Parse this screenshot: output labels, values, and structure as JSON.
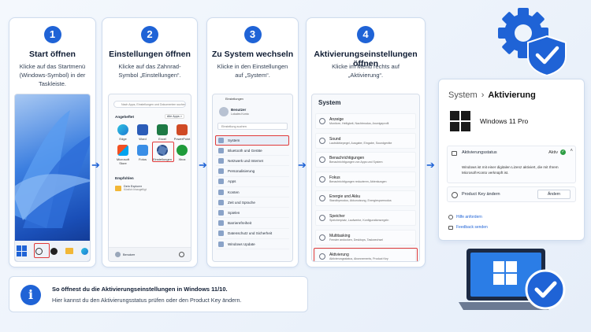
{
  "steps": [
    {
      "num": "1",
      "title": "Start öffnen",
      "desc": "Klicke auf das Startmenü (Windows-Symbol) in der Taskleiste."
    },
    {
      "num": "2",
      "title": "Einstellungen öffnen",
      "desc": "Klicke auf das Zahnrad-Symbol „Einstellungen“."
    },
    {
      "num": "3",
      "title": "Zu System wechseln",
      "desc": "Klicke in den Einstellungen auf „System“."
    },
    {
      "num": "4",
      "title": "Aktivierungseinstellungen öffnen",
      "desc": "Klicke im Menü rechts auf „Aktivierung“."
    }
  ],
  "startmenu": {
    "search_placeholder": "Nach Apps, Einstellungen und Dokumenten suchen",
    "pinned_label": "Angeheftet",
    "all_apps": "Alle Apps >",
    "apps": [
      "Edge",
      "Word",
      "Excel",
      "PowerPoint",
      "Microsoft Store",
      "Fotos",
      "Einstellungen",
      "Xbox"
    ],
    "recommended_label": "Empfohlen",
    "recommended_item": "Dein Explorer",
    "recommended_sub": "Kürzlich hinzugefügt",
    "user": "Benutzer"
  },
  "settings": {
    "window_title": "Einstellungen",
    "user_name": "Benutzer",
    "user_sub": "Lokales Konto",
    "search_placeholder": "Einstellung suchen",
    "items": [
      "System",
      "Bluetooth und Geräte",
      "Netzwerk und Internet",
      "Personalisierung",
      "Apps",
      "Konten",
      "Zeit und Sprache",
      "Spielen",
      "Barrierefreiheit",
      "Datenschutz und Sicherheit",
      "Windows Update"
    ]
  },
  "system": {
    "title": "System",
    "items": [
      {
        "t": "Anzeige",
        "s": "Monitore, Helligkeit, Nachtmodus, Anzeigeprofil"
      },
      {
        "t": "Sound",
        "s": "Lautstärkepegel, Ausgabe, Eingabe, Soundgeräte"
      },
      {
        "t": "Benachrichtigungen",
        "s": "Benachrichtigungen von Apps und System"
      },
      {
        "t": "Fokus",
        "s": "Benachrichtigungen reduzieren, Ablenkungen"
      },
      {
        "t": "Energie und Akku",
        "s": "Standbymodus, Akkunutzung, Energiesparmodus"
      },
      {
        "t": "Speicher",
        "s": "Speicherplatz, Laufwerke, Konfigurationsregeln"
      },
      {
        "t": "Multitasking",
        "s": "Fenster andocken, Desktops, Taskwechsel"
      },
      {
        "t": "Aktivierung",
        "s": "Aktivierungsstatus, Abonnements, Product Key"
      }
    ]
  },
  "activation": {
    "breadcrumb_parent": "System",
    "breadcrumb_sep": "›",
    "breadcrumb_current": "Aktivierung",
    "product": "Windows 11 Pro",
    "status_label": "Aktivierungsstatus",
    "status_value": "Aktiv",
    "status_text": "Windows ist mit einer digitalen Lizenz aktiviert, die mit Ihrem Microsoft-Konto verknüpft ist.",
    "key_label": "Product Key ändern",
    "key_button": "Ändern",
    "help_link": "Hilfe anfordern",
    "feedback_link": "Feedback senden"
  },
  "info": {
    "title": "So öffnest du die Aktivierungseinstellungen in Windows 11/10.",
    "text": "Hier kannst du den Aktivierungsstatus prüfen oder den Product Key ändern."
  },
  "colors": {
    "accent": "#1f63d6",
    "highlight": "#e03a3a"
  }
}
